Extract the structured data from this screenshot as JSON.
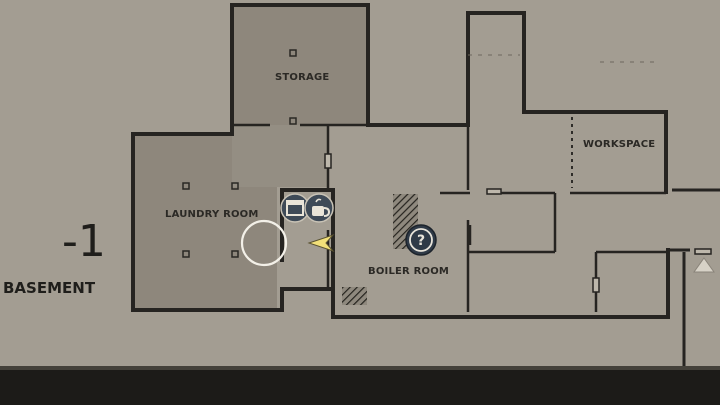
{
  "floor": {
    "number": "-1",
    "name": "BASEMENT"
  },
  "rooms": {
    "storage": "STORAGE",
    "laundry": "LAUNDRY ROOM",
    "boiler": "BOILER ROOM",
    "workspace": "WORKSPACE"
  },
  "markers": {
    "question": "?",
    "icons": [
      "inventory-box-icon",
      "coffee-thermos-icon",
      "player-arrow-icon",
      "location-ring-icon",
      "stairs-up-icon"
    ]
  },
  "colors": {
    "paper": "#a39d92",
    "wall": "#262421",
    "room_fill": "#8e877c",
    "marker_yellow": "#f2e079",
    "question_badge": "#2f3a47"
  }
}
